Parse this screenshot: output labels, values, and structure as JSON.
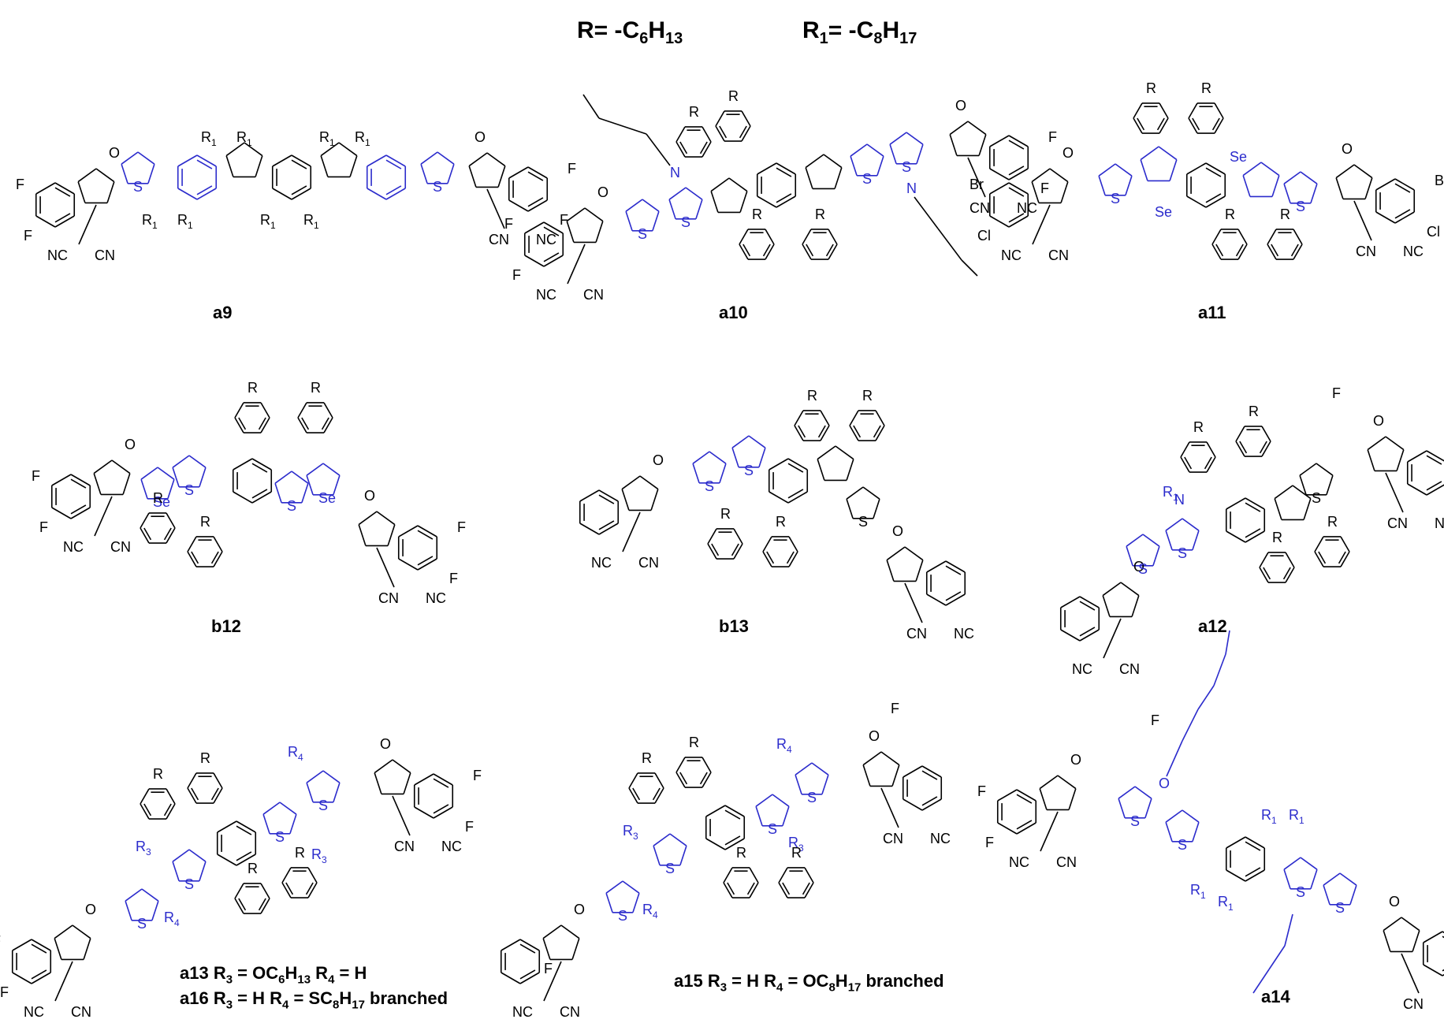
{
  "header": {
    "r_def": {
      "lhs": "R= -C",
      "sub1": "6",
      "mid": "H",
      "sub2": "13"
    },
    "r1_def": {
      "lhs": "R",
      "sub0": "1",
      "eq": "= -C",
      "sub1": "8",
      "mid": "H",
      "sub2": "17"
    }
  },
  "labels": {
    "a9": "a9",
    "a10": "a10",
    "a11": "a11",
    "b12": "b12",
    "b13": "b13",
    "a12": "a12",
    "a13": {
      "name": "a13 R",
      "s1": "3",
      "t1": " = OC",
      "s2": "6",
      "t2": "H",
      "s3": "13",
      "t3": " R",
      "s4": "4",
      "t4": " = H"
    },
    "a16": {
      "name": "a16 R",
      "s1": "3",
      "t1": " = H R",
      "s2": "4",
      "t2": " = SC",
      "s3": "8",
      "t3": "H",
      "s4": "17",
      "t4": " branched"
    },
    "a15": {
      "name": "a15 R",
      "s1": "3",
      "t1": " = H R",
      "s2": "4",
      "t2": " = OC",
      "s3": "8",
      "t3": "H",
      "s4": "17",
      "t4": " branched"
    },
    "a14": "a14"
  },
  "atoms": {
    "S": "S",
    "Se": "Se",
    "N": "N",
    "O": "O",
    "F": "F",
    "Cl": "Cl",
    "Br": "Br",
    "CN": "CN",
    "NC": "NC",
    "R": "R",
    "R1": "R",
    "R1_sub": "1",
    "R3": "R",
    "R3_sub": "3",
    "R4": "R",
    "R4_sub": "4"
  },
  "colors": {
    "core": "#2b2bcc",
    "bond": "#000000"
  }
}
